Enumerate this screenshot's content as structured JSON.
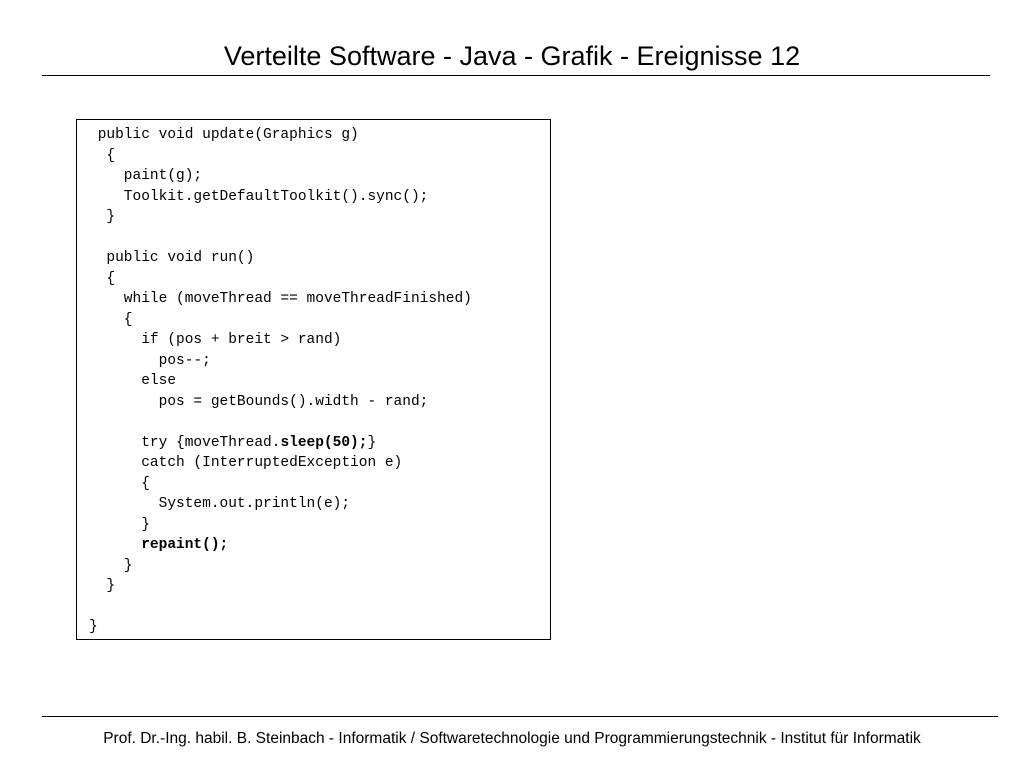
{
  "slide": {
    "title": "Verteilte Software - Java - Grafik - Ereignisse 12",
    "footer": "Prof. Dr.-Ing. habil. B. Steinbach - Informatik / Softwaretechnologie und Programmierungstechnik - Institut für Informatik"
  },
  "code": {
    "lines": [
      [
        {
          "t": " public void update(Graphics g)"
        }
      ],
      [
        {
          "t": "  {"
        }
      ],
      [
        {
          "t": "    paint(g);"
        }
      ],
      [
        {
          "t": "    Toolkit.getDefaultToolkit().sync();"
        }
      ],
      [
        {
          "t": "  }"
        }
      ],
      [
        {
          "t": ""
        }
      ],
      [
        {
          "t": "  public void run()"
        }
      ],
      [
        {
          "t": "  {"
        }
      ],
      [
        {
          "t": "    while (moveThread == moveThreadFinished)"
        }
      ],
      [
        {
          "t": "    {"
        }
      ],
      [
        {
          "t": "      if (pos + breit > rand)"
        }
      ],
      [
        {
          "t": "        pos--;"
        }
      ],
      [
        {
          "t": "      else"
        }
      ],
      [
        {
          "t": "        pos = getBounds().width - rand;"
        }
      ],
      [
        {
          "t": ""
        }
      ],
      [
        {
          "t": "      try {moveThread."
        },
        {
          "t": "sleep(50);",
          "b": true
        },
        {
          "t": "}"
        }
      ],
      [
        {
          "t": "      catch (InterruptedException e)"
        }
      ],
      [
        {
          "t": "      {"
        }
      ],
      [
        {
          "t": "        System.out.println(e);"
        }
      ],
      [
        {
          "t": "      }"
        }
      ],
      [
        {
          "t": "      "
        },
        {
          "t": "repaint();",
          "b": true
        }
      ],
      [
        {
          "t": "    }"
        }
      ],
      [
        {
          "t": "  }"
        }
      ],
      [
        {
          "t": ""
        }
      ],
      [
        {
          "t": "}"
        }
      ]
    ]
  }
}
